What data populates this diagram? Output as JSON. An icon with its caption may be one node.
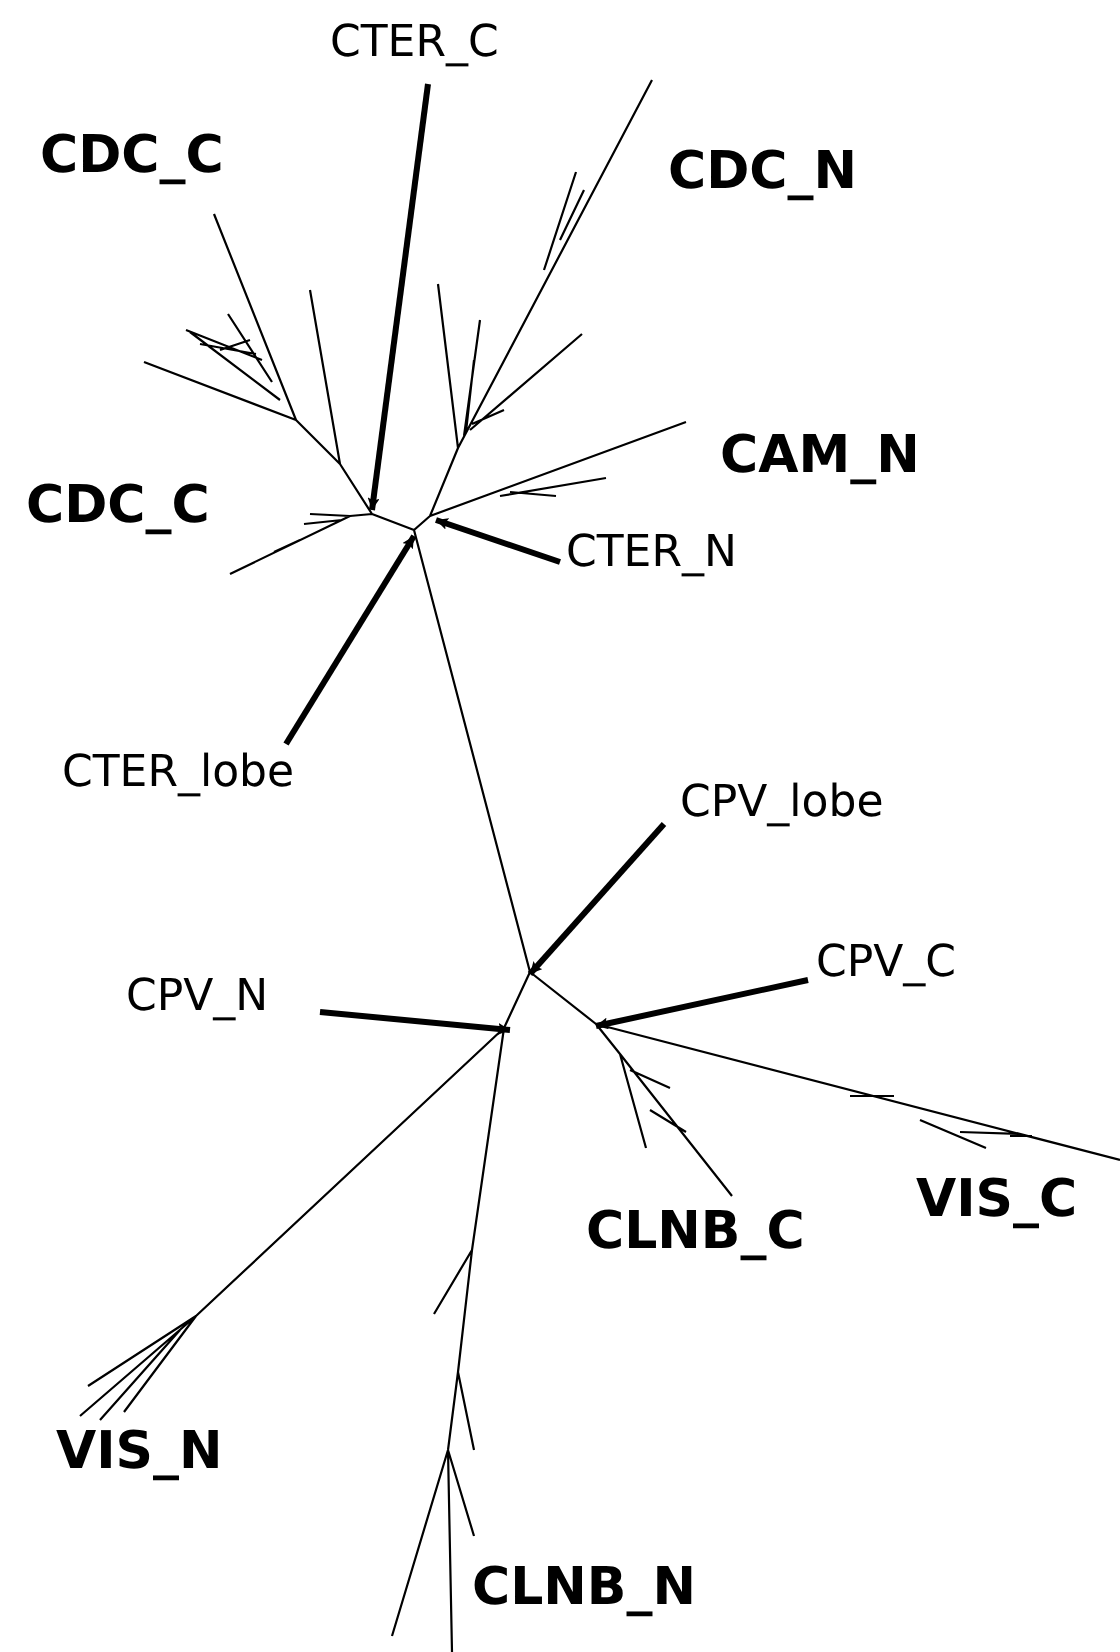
{
  "diagram": {
    "nodes": [
      {
        "text": [
          "CTER_C"
        ]
      },
      {
        "text": [
          "CTER_N"
        ]
      },
      {
        "text": [
          "CTER_lobe"
        ]
      },
      {
        "text": [
          "CPV_lobe"
        ]
      },
      {
        "text": [
          "CPV_C"
        ]
      },
      {
        "text": [
          "CPV_N"
        ]
      }
    ],
    "edges": [
      {
        "from": 0,
        "to": null,
        "arrow": "to"
      },
      {
        "from": 1,
        "to": null,
        "arrow": "to"
      },
      {
        "from": 2,
        "to": null,
        "arrow": "to"
      },
      {
        "from": 3,
        "to": null,
        "arrow": "to"
      },
      {
        "from": 4,
        "to": null,
        "arrow": "to"
      },
      {
        "from": 5,
        "to": null,
        "arrow": "to"
      }
    ],
    "labels": [
      "CDC_C",
      "CDC_N",
      "CAM_N",
      "CDC_C",
      "VIS_C",
      "CLNB_C",
      "VIS_N",
      "CLNB_N"
    ]
  }
}
